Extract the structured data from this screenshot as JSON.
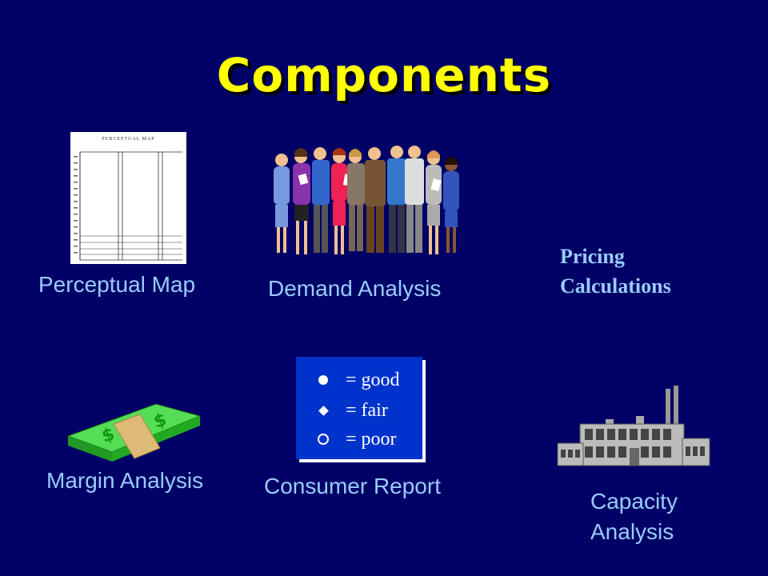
{
  "slide": {
    "title": "Components",
    "background": "#000066",
    "title_color": "#ffff00",
    "label_color": "#99ccff"
  },
  "items": {
    "perceptual_map": {
      "label": "Perceptual Map",
      "graphic_title": "PERCEPTUAL MAP",
      "graphic_icon": "perceptual-map-graphic"
    },
    "demand_analysis": {
      "label": "Demand Analysis",
      "graphic_icon": "group-of-people-icon"
    },
    "pricing_calculations": {
      "label_line1": "Pricing",
      "label_line2": "Calculations"
    },
    "margin_analysis": {
      "label": "Margin Analysis",
      "graphic_icon": "money-stack-icon"
    },
    "consumer_report": {
      "label": "Consumer Report",
      "legend": [
        {
          "symbol": "full-circle-icon",
          "text": "= good"
        },
        {
          "symbol": "half-circle-icon",
          "text": "= fair"
        },
        {
          "symbol": "empty-circle-icon",
          "text": "= poor"
        }
      ]
    },
    "capacity_analysis": {
      "label_line1": "Capacity",
      "label_line2": "Analysis",
      "graphic_icon": "factory-icon"
    }
  }
}
